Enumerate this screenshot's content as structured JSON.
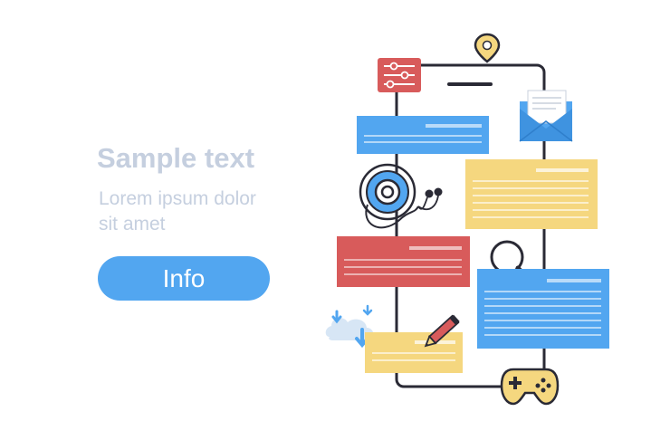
{
  "hero": {
    "title": "Sample text",
    "subtitle": "Lorem ipsum dolor sit amet"
  },
  "info_button": {
    "label": "Info"
  },
  "icons": [
    "location-pin-icon",
    "settings-sliders-icon",
    "envelope-icon",
    "headphones-icon",
    "earbuds-icon",
    "search-icon",
    "cloud-download-icon",
    "pencil-icon",
    "gamepad-icon"
  ],
  "colors": {
    "blue": "#52a6f0",
    "yellow": "#f5d77f",
    "red": "#d85b5b",
    "outline": "#2a2a35",
    "muted_text": "#c5cfdf"
  }
}
